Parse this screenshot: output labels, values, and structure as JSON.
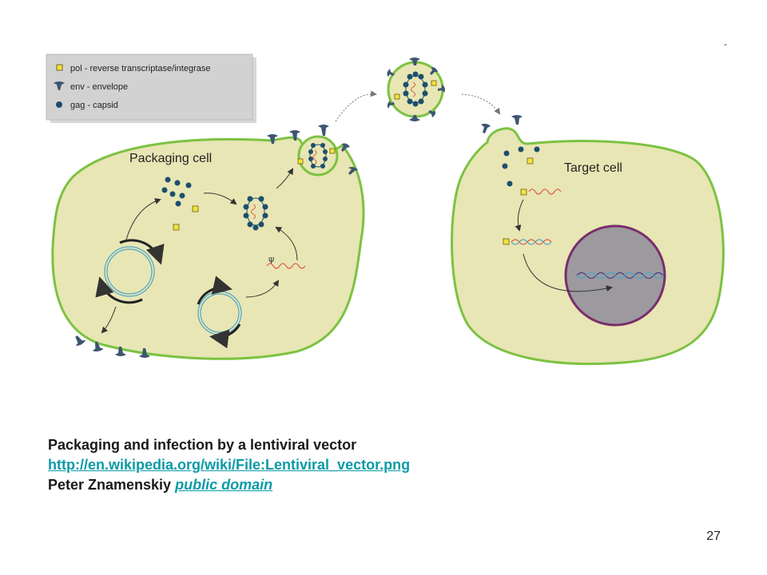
{
  "legend": {
    "items": [
      {
        "symbol": "pol",
        "label": "pol - reverse transcriptase/integrase",
        "icon": "yellow-square-icon"
      },
      {
        "symbol": "env",
        "label": "env - envelope",
        "icon": "envelope-protein-icon"
      },
      {
        "symbol": "gag",
        "label": "gag - capsid",
        "icon": "blue-dot-icon"
      }
    ]
  },
  "labels": {
    "packaging_cell": "Packaging cell",
    "target_cell": "Target cell",
    "psi": "ψ"
  },
  "caption": {
    "title": "Packaging and infection by a lentiviral vector",
    "url": "http://en.wikipedia.org/wiki/File:Lentiviral_vector.png",
    "author": "Peter Znamenskiy",
    "license": "public domain"
  },
  "corner_mark": "-",
  "page_number": "27",
  "colors": {
    "cell_fill": "#e8e6b4",
    "cell_stroke": "#7cc242",
    "nucleus_fill": "#9c9a9e",
    "nucleus_stroke": "#7b2d6e",
    "capsid": "#1d4e6e",
    "pol": "#f3e33b",
    "env": "#3d5670",
    "rna": "#e25b47",
    "dna": "#4fa6c9",
    "link": "#0b9aa6"
  }
}
